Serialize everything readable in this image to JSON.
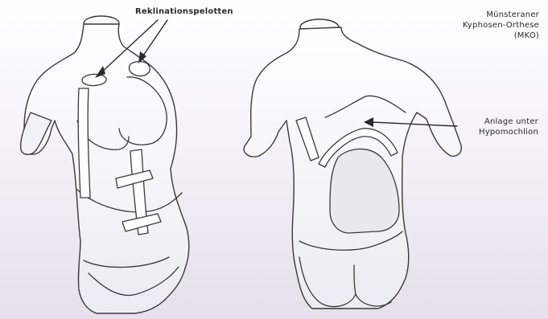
{
  "labels": {
    "reklinationspelotten": "Reklinationspelotten",
    "mko_line1": "Münsteraner",
    "mko_line2": "Kyphosen-Orthese",
    "mko_line3": "(MKO)",
    "anlage_line1": "Anlage unter",
    "anlage_line2": "Hypomochlion"
  },
  "colors": {
    "ink": "#3a3a3a",
    "skin": "#f7f6fb",
    "shadow": "#d8d4e2",
    "cutout": "#eae8ef"
  }
}
